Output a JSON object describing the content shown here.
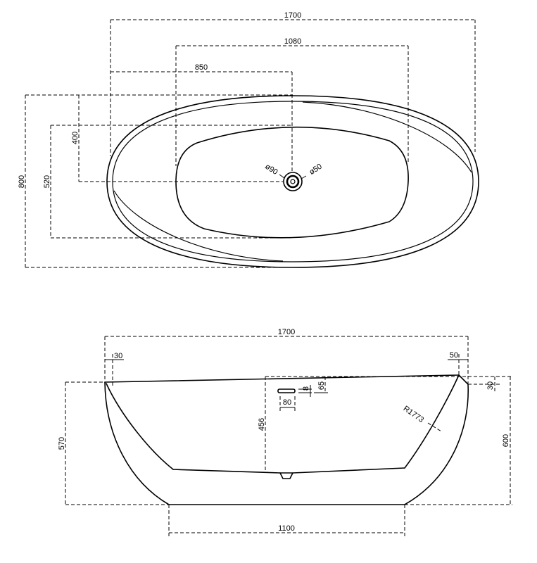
{
  "plan_view": {
    "dim_overall_length": "1700",
    "dim_basin_length": "1080",
    "dim_drain_offset": "850",
    "dim_overall_width": "800",
    "dim_half_width": "400",
    "dim_basin_width": "520",
    "drain_outer_diameter": "ø90",
    "drain_inner_diameter": "ø50"
  },
  "side_view": {
    "dim_overall_length": "1700",
    "dim_left_rim": "30",
    "dim_right_rim": "50",
    "dim_left_height": "570",
    "dim_right_height": "600",
    "dim_rim_rise": "30",
    "dim_base_length": "1100",
    "dim_basin_depth": "456",
    "dim_overflow_width": "80",
    "dim_overflow_height": "8",
    "dim_overflow_offset": "65",
    "dim_wall_radius": "R1773"
  },
  "colors": {
    "line": "#000000",
    "background": "#ffffff"
  }
}
